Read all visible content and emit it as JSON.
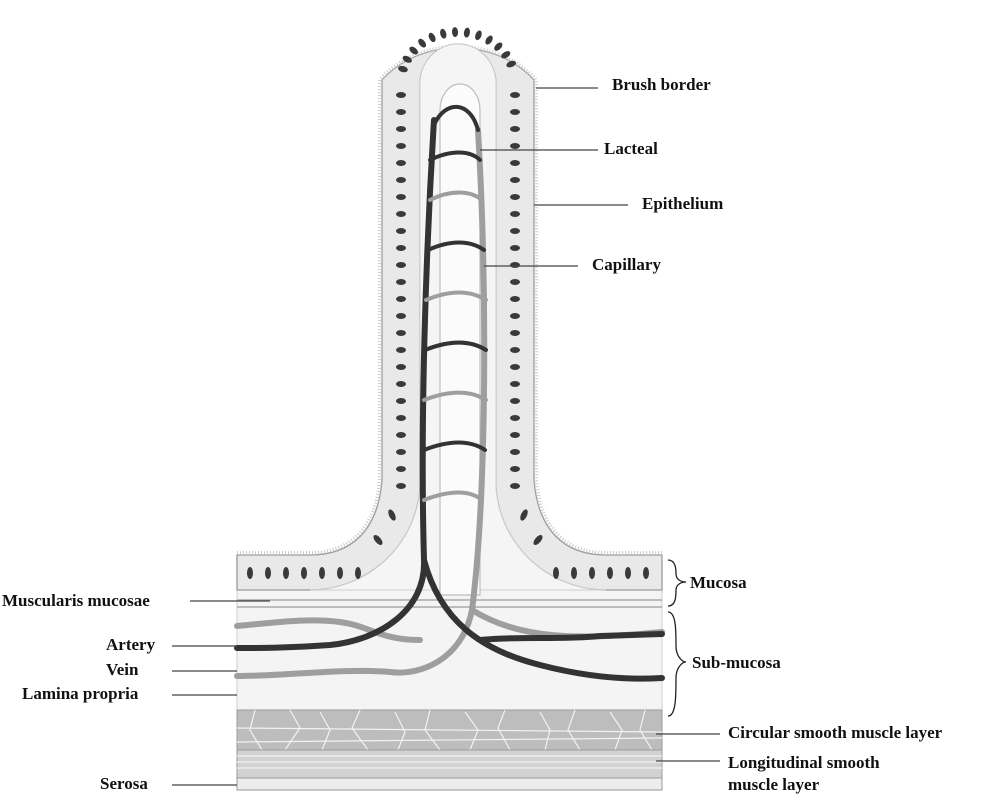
{
  "labels": {
    "brush_border": "Brush border",
    "lacteal": "Lacteal",
    "epithelium": "Epithelium",
    "capillary": "Capillary",
    "mucosa": "Mucosa",
    "muscularis_mucosae": "Muscularis mucosae",
    "artery": "Artery",
    "vein": "Vein",
    "lamina_propria": "Lamina propria",
    "sub_mucosa": "Sub-mucosa",
    "circular_muscle": "Circular smooth muscle layer",
    "longitudinal_muscle_line1": "Longitudinal smooth",
    "longitudinal_muscle_line2": "muscle layer",
    "serosa": "Serosa"
  },
  "colors": {
    "epithelium_fill": "#e8e8e8",
    "nucleus": "#3a3a3a",
    "artery": "#333333",
    "vein": "#999999",
    "lacteal_fill": "#f7f7f7",
    "muscle_fill": "#bdbdbd",
    "tissue_fill": "#f3f3f3"
  }
}
